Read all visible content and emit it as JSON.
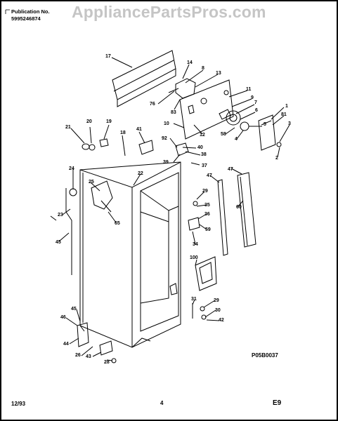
{
  "header": {
    "publication_label": "Publication No.",
    "publication_number": "5995246874",
    "model_number": ""
  },
  "watermark": "AppliancePartsPros.com",
  "footer": {
    "date": "12/93",
    "page": "4",
    "section": "E9",
    "drawing_code": "P05B0037"
  },
  "callouts": [
    {
      "id": "c17",
      "label": "17"
    },
    {
      "id": "c14",
      "label": "14"
    },
    {
      "id": "c8",
      "label": "8"
    },
    {
      "id": "c13",
      "label": "13"
    },
    {
      "id": "c11",
      "label": "11"
    },
    {
      "id": "c9",
      "label": "9"
    },
    {
      "id": "c7",
      "label": "7"
    },
    {
      "id": "c76",
      "label": "76"
    },
    {
      "id": "c83",
      "label": "83"
    },
    {
      "id": "c10",
      "label": "10"
    },
    {
      "id": "c1",
      "label": "1"
    },
    {
      "id": "c6",
      "label": "6"
    },
    {
      "id": "c5",
      "label": "5"
    },
    {
      "id": "c81",
      "label": "81"
    },
    {
      "id": "c3",
      "label": "3"
    },
    {
      "id": "c58",
      "label": "58"
    },
    {
      "id": "c4",
      "label": "4"
    },
    {
      "id": "c12",
      "label": "12"
    },
    {
      "id": "c2",
      "label": "2"
    },
    {
      "id": "c21",
      "label": "21"
    },
    {
      "id": "c20",
      "label": "20"
    },
    {
      "id": "c19",
      "label": "19"
    },
    {
      "id": "c18",
      "label": "18"
    },
    {
      "id": "c41",
      "label": "41"
    },
    {
      "id": "c92",
      "label": "92"
    },
    {
      "id": "c40",
      "label": "40"
    },
    {
      "id": "c38",
      "label": "38"
    },
    {
      "id": "c39",
      "label": "39"
    },
    {
      "id": "c37",
      "label": "37"
    },
    {
      "id": "c22",
      "label": "22"
    },
    {
      "id": "c47a",
      "label": "47"
    },
    {
      "id": "c47b",
      "label": "47"
    },
    {
      "id": "c24",
      "label": "24"
    },
    {
      "id": "c25",
      "label": "25"
    },
    {
      "id": "c29a",
      "label": "29"
    },
    {
      "id": "c35",
      "label": "35"
    },
    {
      "id": "c36",
      "label": "36"
    },
    {
      "id": "c60",
      "label": "60"
    },
    {
      "id": "c23",
      "label": "23"
    },
    {
      "id": "c65",
      "label": "65"
    },
    {
      "id": "c59",
      "label": "59"
    },
    {
      "id": "c45a",
      "label": "45"
    },
    {
      "id": "c34",
      "label": "34"
    },
    {
      "id": "c100",
      "label": "100"
    },
    {
      "id": "c45b",
      "label": "45"
    },
    {
      "id": "c46",
      "label": "46"
    },
    {
      "id": "c31",
      "label": "31"
    },
    {
      "id": "c29b",
      "label": "29"
    },
    {
      "id": "c30",
      "label": "30"
    },
    {
      "id": "c42",
      "label": "42"
    },
    {
      "id": "c44",
      "label": "44"
    },
    {
      "id": "c26",
      "label": "26"
    },
    {
      "id": "c43",
      "label": "43"
    },
    {
      "id": "c28",
      "label": "28"
    }
  ]
}
